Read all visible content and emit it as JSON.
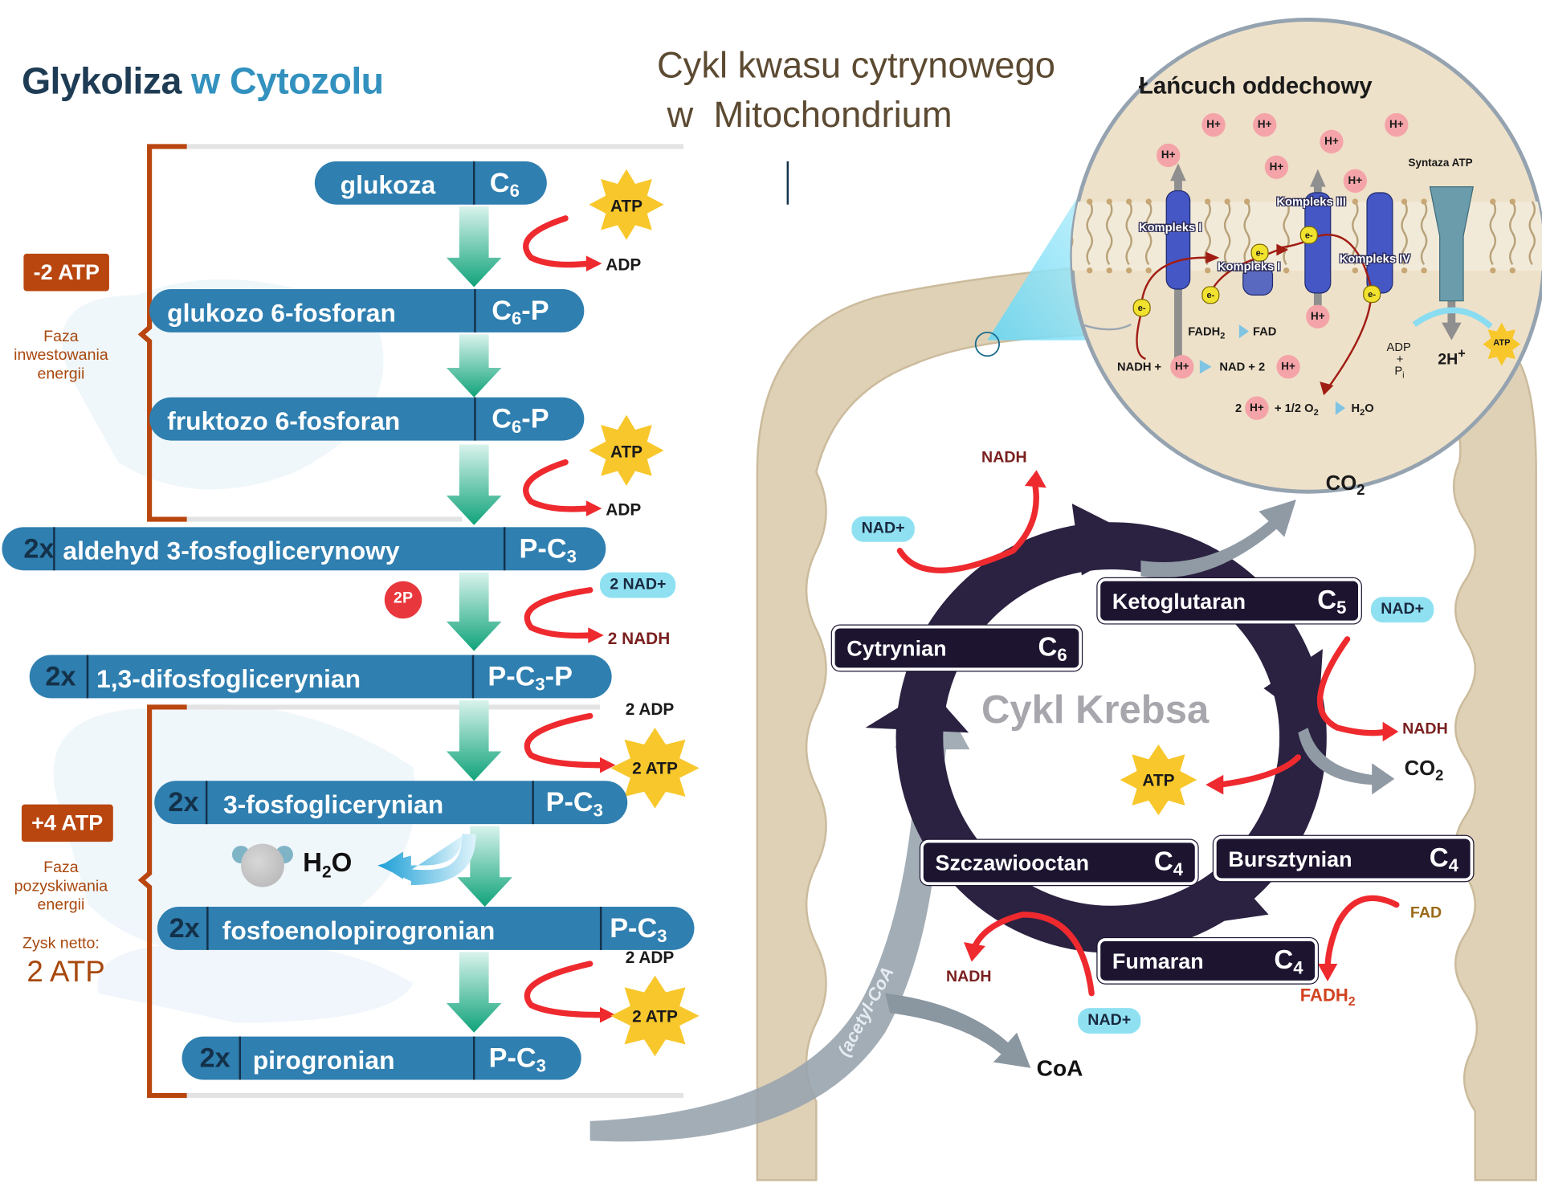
{
  "glycolysis": {
    "title_main": "Glykoliza",
    "title_accent": "w Cytozolu",
    "steps": [
      {
        "count": "",
        "name": "glukoza",
        "formula": "C",
        "sub": "6",
        "suffix": ""
      },
      {
        "count": "",
        "name": "glukozo 6-fosforan",
        "formula": "C",
        "sub": "6",
        "suffix": "-P"
      },
      {
        "count": "",
        "name": "fruktozo 6-fosforan",
        "formula": "C",
        "sub": "6",
        "suffix": "-P"
      },
      {
        "count": "2x",
        "name": "aldehyd 3-fosfoglicerynowy",
        "formula": "P-C",
        "sub": "3",
        "suffix": ""
      },
      {
        "count": "2x",
        "name": "1,3-difosfoglicerynian",
        "formula": "P-C",
        "sub": "3",
        "suffix": "-P"
      },
      {
        "count": "2x",
        "name": "3-fosfoglicerynian",
        "formula": "P-C",
        "sub": "3",
        "suffix": ""
      },
      {
        "count": "2x",
        "name": "fosfoenolopirogronian",
        "formula": "P-C",
        "sub": "3",
        "suffix": ""
      },
      {
        "count": "2x",
        "name": "pirogronian",
        "formula": "P-C",
        "sub": "3",
        "suffix": ""
      }
    ],
    "phase1": {
      "badge": "-2 ATP",
      "label": "Faza inwestowania energii"
    },
    "phase2": {
      "badge": "+4 ATP",
      "label": "Faza pozyskiwania energii",
      "net_label": "Zysk netto:",
      "net_value": "2 ATP"
    },
    "reactions": {
      "atp": "ATP",
      "adp": "ADP",
      "nad": "2 NAD+",
      "nadh": "2 NADH",
      "phos": "2P",
      "adp2": "2 ADP",
      "atp2": "2 ATP",
      "water_H": "H",
      "water_sub": "2",
      "water_O": "O"
    }
  },
  "mitochondrion": {
    "title": "Cykl kwasu cytrynowego\n w  Mitochondrium",
    "acetyl_coa": "(acetyl-CoA",
    "coa": "CoA",
    "krebs": {
      "title": "Cykl Krebsa",
      "boxes": [
        {
          "name": "Cytrynian",
          "sub": "6"
        },
        {
          "name": "Ketoglutaran",
          "sub": "5"
        },
        {
          "name": "Bursztynian",
          "sub": "4"
        },
        {
          "name": "Fumaran",
          "sub": "4"
        },
        {
          "name": "Szczawiooctan",
          "sub": "4"
        }
      ],
      "nad": "NAD+",
      "nadh": "NADH",
      "atp": "ATP",
      "co2": "CO",
      "co2_sub": "2",
      "fad": "FAD",
      "fadh": "FADH",
      "fadh_sub": "2"
    }
  },
  "respiratory_chain": {
    "title": "Łańcuch oddechowy",
    "h_plus": "H+",
    "e_minus": "e-",
    "complex1": "Kompleks I",
    "complex2": "Kompleks I",
    "complex3": "Kompleks III",
    "complex4": "Kompleks IV",
    "synthase": "Syntaza ATP",
    "nadh_eq": "NADH +",
    "nad_eq": "NAD +  2",
    "fadh": "FADH",
    "fadh_sub": "2",
    "fad": "FAD",
    "water_left": "2",
    "water_mid": "+ 1/2 O",
    "water_sub": "2",
    "water_right": "H",
    "water_right_sub": "2",
    "water_right_o": "O",
    "adp": "ADP",
    "plus": "+",
    "pi": "P",
    "pi_sub": "i",
    "twoH": "2H",
    "twoH_sup": "+",
    "atp": "ATP"
  },
  "colors": {
    "pill": "#2f7fb0",
    "pill_dark": "#14314a",
    "phase": "#b9460f",
    "arrow_green": "#10a37a",
    "red_arrow": "#ee2a2f",
    "star": "#f8c72b",
    "krebs_ring": "#2b2141",
    "membrane": "#dfd1b6",
    "acetyl_arrow": "#99a4ae"
  }
}
